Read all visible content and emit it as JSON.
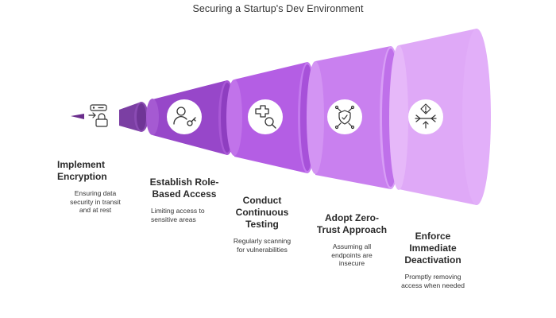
{
  "title": "Securing a Startup's Dev Environment",
  "stages": [
    {
      "title": "Implement\nEncryption",
      "description": "Ensuring data\nsecurity in transit\nand at rest",
      "icon": "lock-transfer-icon",
      "color": "#7b3fa3"
    },
    {
      "title": "Establish Role-\nBased Access",
      "description": "Limiting access to\nsensitive areas",
      "icon": "user-key-icon",
      "color": "#9747c9"
    },
    {
      "title": "Conduct\nContinuous\nTesting",
      "description": "Regularly scanning\nfor vulnerabilities",
      "icon": "plus-magnifier-icon",
      "color": "#b45ee4"
    },
    {
      "title": "Adopt Zero-\nTrust Approach",
      "description": "Assuming all\nendpoints are\ninsecure",
      "icon": "shield-network-icon",
      "color": "#c980ef"
    },
    {
      "title": "Enforce\nImmediate\nDeactivation",
      "description": "Promptly removing\naccess when needed",
      "icon": "warning-split-icon",
      "color": "#dfa9f7"
    }
  ]
}
